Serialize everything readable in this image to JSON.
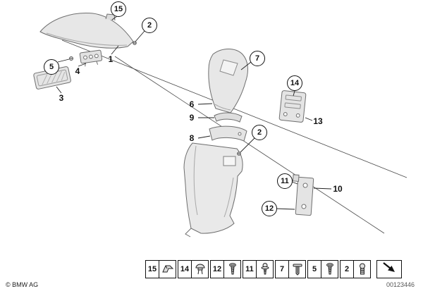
{
  "meta": {
    "copyright": "© BMW AG",
    "doc_number": "00123446"
  },
  "colors": {
    "part_fill": "#e7e7e7",
    "part_outline": "#6e6e6e",
    "line": "#111111"
  },
  "callouts": {
    "circled": [
      {
        "label": "15"
      },
      {
        "label": "2"
      },
      {
        "label": "5"
      },
      {
        "label": "7"
      },
      {
        "label": "2"
      },
      {
        "label": "14"
      },
      {
        "label": "11"
      },
      {
        "label": "12"
      }
    ],
    "plain": [
      {
        "label": "1"
      },
      {
        "label": "4"
      },
      {
        "label": "3"
      },
      {
        "label": "6"
      },
      {
        "label": "9"
      },
      {
        "label": "8"
      },
      {
        "label": "13"
      },
      {
        "label": "10"
      }
    ]
  },
  "legend": {
    "items": [
      {
        "num": "15",
        "icon": "clip-icon"
      },
      {
        "num": "14",
        "icon": "grommet-icon"
      },
      {
        "num": "12",
        "icon": "screw-icon"
      },
      {
        "num": "11",
        "icon": "screw-washer-icon"
      },
      {
        "num": "7",
        "icon": "expansion-rivet-icon"
      },
      {
        "num": "5",
        "icon": "screw-icon"
      },
      {
        "num": "2",
        "icon": "plug-icon"
      }
    ],
    "more_symbol": "continuation-arrow-icon"
  }
}
